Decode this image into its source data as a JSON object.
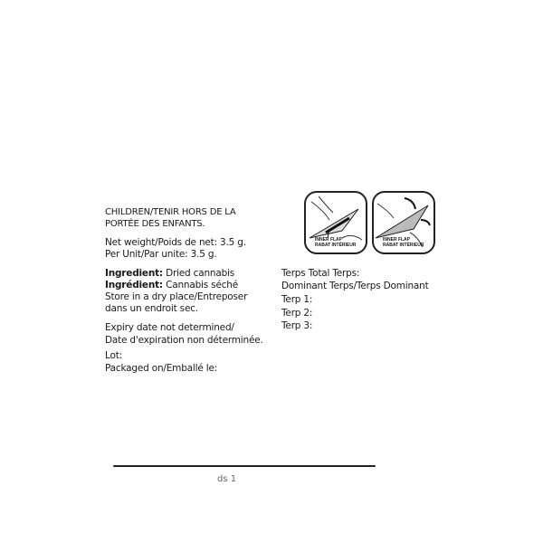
{
  "left": {
    "warning": [
      "CHILDREN/TENIR HORS DE LA",
      "PORTÉE DES ENFANTS."
    ],
    "net_weight": "Net weight/Poids de net: 3.5 g.",
    "per_unit": "Per Unit/Par unite: 3.5 g.",
    "ingredient_en_label": "Ingredient:",
    "ingredient_en_value": "Dried cannabis",
    "ingredient_fr_label": "Ingrédient:",
    "ingredient_fr_value": "Cannabis séché",
    "storage": [
      "Store in a dry place/Entreposer",
      "dans un endroit sec."
    ],
    "expiry": [
      "Expiry date not determined/",
      "Date d'expiration non déterminée."
    ],
    "lot": "Lot:",
    "packaged": "Packaged on/Emballé le:"
  },
  "right": {
    "pictograms": [
      {
        "icon": "open-inner-flap-icon",
        "caption": [
          "INNER FLAP",
          "RABAT INTÉRIEUR"
        ]
      },
      {
        "icon": "fold-inner-flap-icon",
        "caption": [
          "INNER FLAP",
          "RABAT INTÉRIEUR"
        ]
      }
    ],
    "terps_total": "Terps Total Terps:",
    "dominant": "Dominant Terps/Terps Dominant",
    "terp1": "Terp 1:",
    "terp2": "Terp 2:",
    "terp3": "Terp 3:"
  },
  "footer": {
    "faint_text": "ds    1"
  }
}
